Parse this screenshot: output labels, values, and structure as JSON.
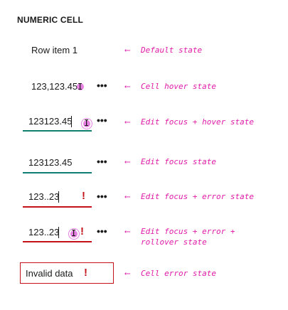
{
  "title": "NUMERIC CELL",
  "colors": {
    "accent": "#e01aa8",
    "focus": "#0f7f72",
    "error": "#c4121b",
    "hover": "#e57fe0"
  },
  "rows": [
    {
      "cell": "Row item 1",
      "note": "Default state"
    },
    {
      "cell": "123,123.45",
      "dots": "•••",
      "note": "Cell hover state"
    },
    {
      "cell": "123123.45",
      "dots": "•••",
      "note": "Edit focus + hover state"
    },
    {
      "cell": "123123.45",
      "dots": "•••",
      "note": "Edit focus state"
    },
    {
      "cell": "123..23",
      "error_icon": "!",
      "dots": "•••",
      "note": "Edit focus + error state"
    },
    {
      "cell": "123..23",
      "error_icon": "!",
      "dots": "•••",
      "note": "Edit focus + error +\nrollover state"
    },
    {
      "cell": "Invalid data",
      "error_icon": "!",
      "note": "Cell error state"
    }
  ],
  "arrow": "⟵",
  "ibeam_glyph": "I"
}
